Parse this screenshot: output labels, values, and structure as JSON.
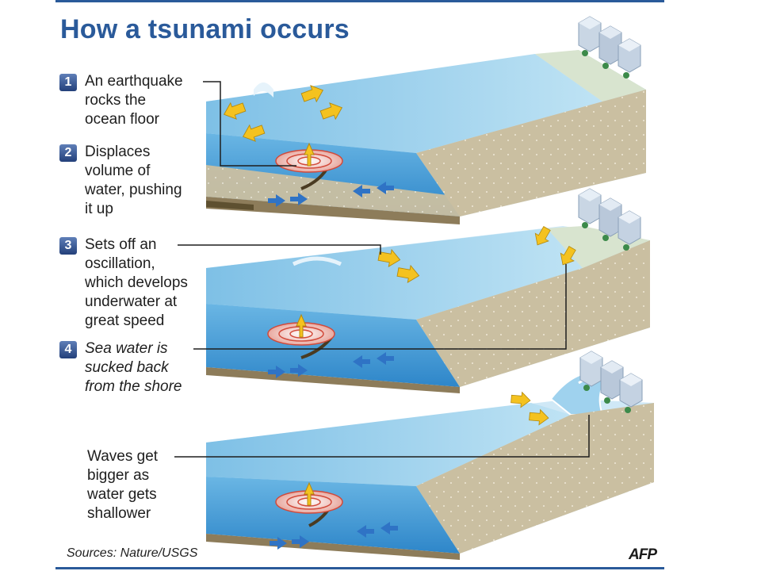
{
  "title": "How a tsunami occurs",
  "steps": [
    {
      "number": "1",
      "lines": [
        "An earthquake",
        "rocks the",
        "ocean floor"
      ],
      "italic": false
    },
    {
      "number": "2",
      "lines": [
        "Displaces",
        "volume of",
        "water, pushing",
        "it up"
      ],
      "italic": false
    },
    {
      "number": "3",
      "lines": [
        "Sets off an",
        "oscillation,",
        "which develops",
        "underwater at",
        "great speed"
      ],
      "italic": false
    },
    {
      "number": "4",
      "lines": [
        "Sea water is",
        "sucked back",
        "from the shore"
      ],
      "italic": true
    },
    {
      "number": "",
      "lines": [
        "Waves get",
        "bigger as",
        "water gets",
        "shallower"
      ],
      "italic": false
    }
  ],
  "footer": {
    "sources": "Sources: Nature/USGS",
    "credit": "AFP"
  },
  "colors": {
    "title": "#2a5a9a",
    "water_top": "#9fd2ee",
    "water_front": "#3f9ad6",
    "sea_floor": "#c6bda0",
    "motion_arrow": "#f4c21f",
    "current_arrow": "#2f73c5",
    "ripple": "#d24a3a"
  },
  "icons": [
    "city-skyline-icon",
    "yellow-arrow-icon",
    "blue-arrow-icon",
    "ripple-epicenter-icon",
    "fault-line-icon"
  ]
}
